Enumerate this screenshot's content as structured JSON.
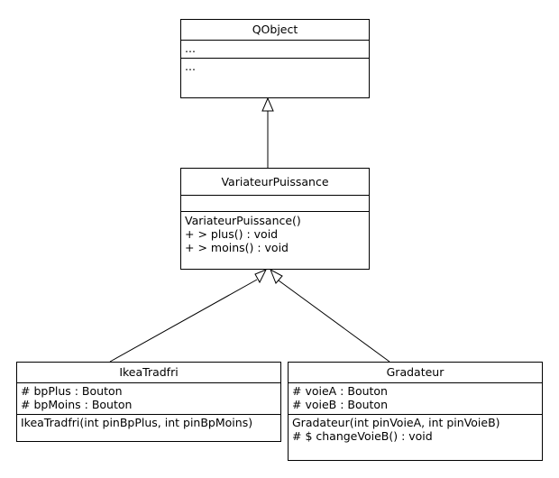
{
  "classes": {
    "qobject": {
      "name": "QObject",
      "attributes": [
        "..."
      ],
      "operations": [
        "..."
      ]
    },
    "variateur": {
      "name": "VariateurPuissance",
      "attributes": [],
      "operations": [
        "VariateurPuissance()",
        "+ > plus() : void",
        "+ > moins() : void"
      ]
    },
    "ikea": {
      "name": "IkeaTradfri",
      "attributes": [
        "# bpPlus : Bouton",
        "# bpMoins : Bouton"
      ],
      "operations": [
        "IkeaTradfri(int pinBpPlus, int pinBpMoins)"
      ]
    },
    "gradateur": {
      "name": "Gradateur",
      "attributes": [
        "# voieA : Bouton",
        "# voieB : Bouton"
      ],
      "operations": [
        "Gradateur(int pinVoieA, int pinVoieB)",
        "# $ changeVoieB() : void"
      ]
    }
  },
  "relations": [
    {
      "type": "generalization",
      "from": "VariateurPuissance",
      "to": "QObject"
    },
    {
      "type": "generalization",
      "from": "IkeaTradfri",
      "to": "VariateurPuissance"
    },
    {
      "type": "generalization",
      "from": "Gradateur",
      "to": "VariateurPuissance"
    }
  ]
}
